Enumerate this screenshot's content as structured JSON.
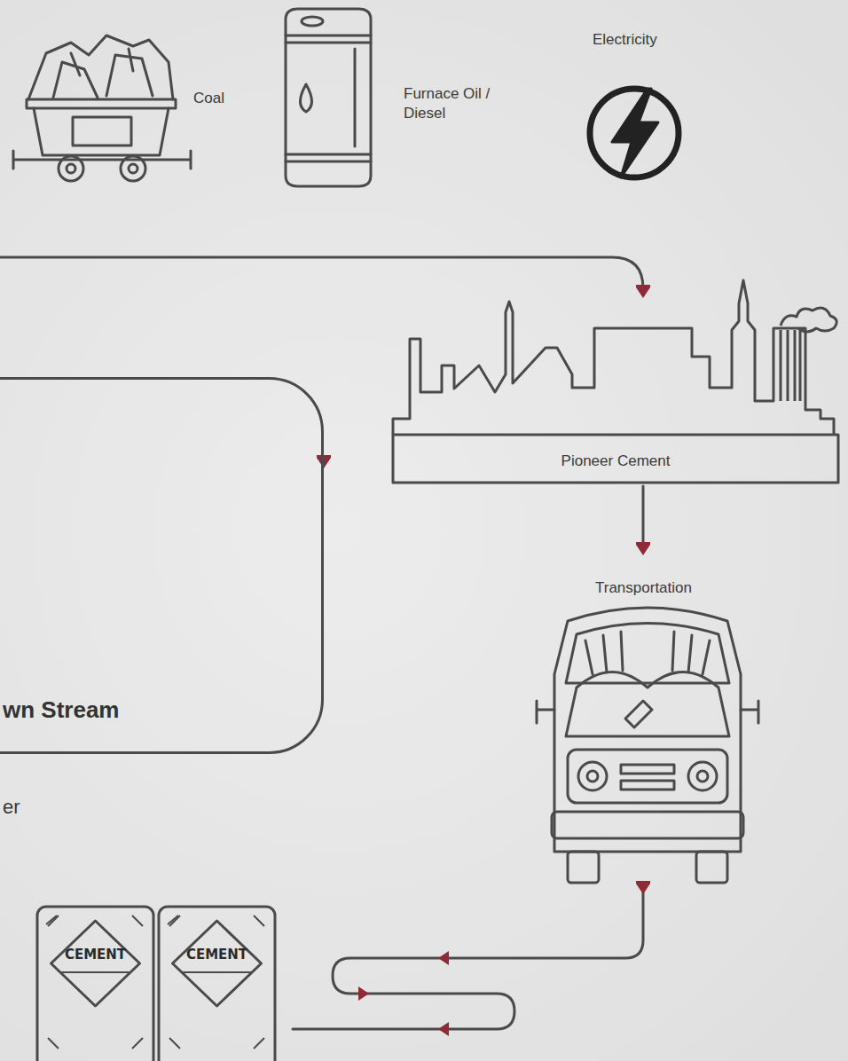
{
  "diagram": {
    "nodes": [
      {
        "text": [
          "wn Stream"
        ]
      },
      {
        "text": [
          "Pioneer Cement"
        ]
      },
      {
        "text": [
          "CEMENT"
        ]
      },
      {
        "text": [
          "CEMENT"
        ]
      }
    ],
    "labels": [
      "Coal",
      "Furnace Oil / Diesel",
      "Electricity",
      "Transportation",
      "er"
    ]
  }
}
